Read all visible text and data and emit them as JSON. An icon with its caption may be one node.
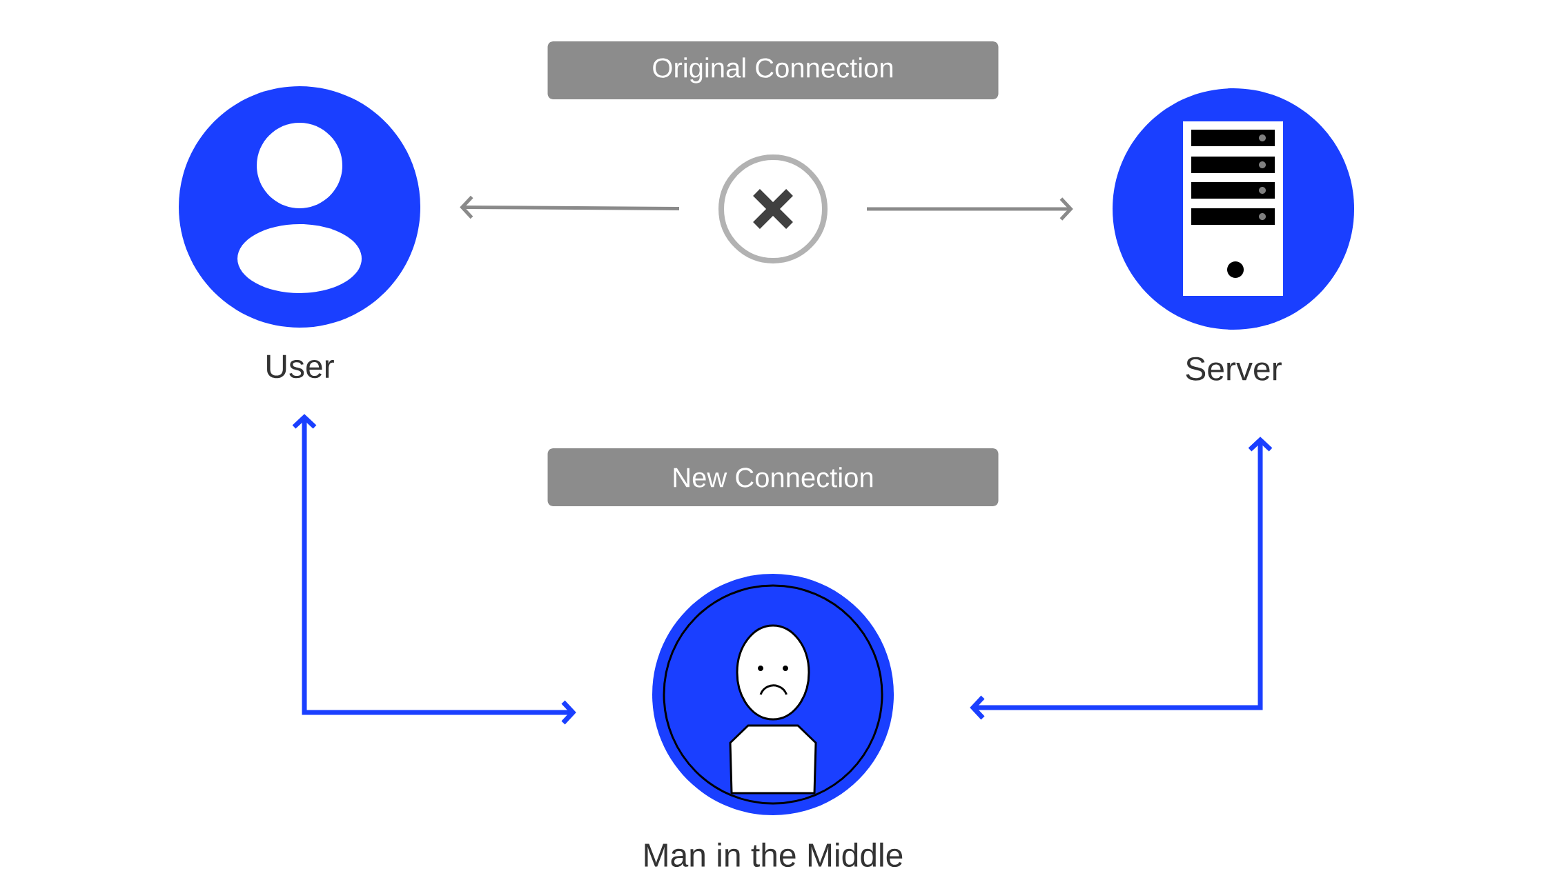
{
  "diagram": {
    "nodes": [
      {
        "text": [
          "Original Connection"
        ]
      },
      {
        "text": [
          "User"
        ]
      },
      {
        "text": [],
        "shape": "circle"
      },
      {
        "text": [
          "Server"
        ]
      },
      {
        "text": [
          "New Connection"
        ]
      },
      {
        "text": [
          "Man in the Middle"
        ]
      }
    ],
    "edges": [
      {
        "from": 2,
        "to": 1,
        "arrow": "to",
        "color": "#8a8a8a"
      },
      {
        "from": 2,
        "to": 3,
        "arrow": "to",
        "color": "#8a8a8a"
      },
      {
        "from": 1,
        "to": 5,
        "arrow": "both",
        "color": "#1a3fff"
      },
      {
        "from": 3,
        "to": 5,
        "arrow": "both",
        "color": "#1a3fff"
      }
    ]
  }
}
